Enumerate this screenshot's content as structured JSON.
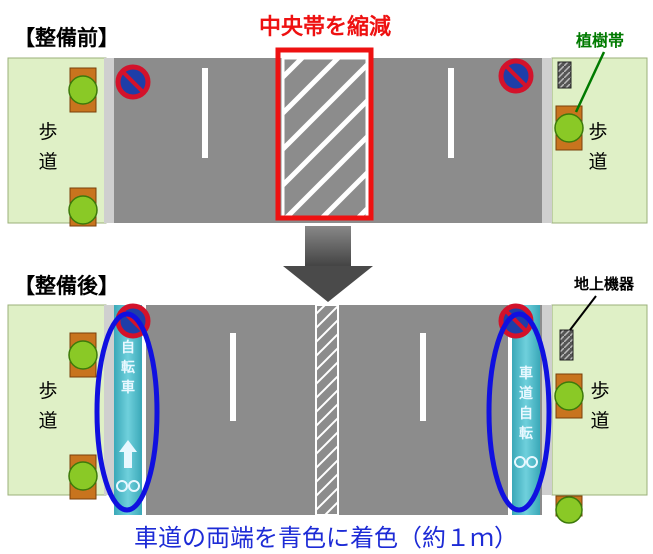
{
  "before": {
    "label": "【整備前】"
  },
  "after": {
    "label": "【整備後】"
  },
  "median_reduction_label": "中央帯を縮減",
  "planting_strip_label": "植樹帯",
  "ground_equipment_label": "地上機器",
  "sidewalk_chars": [
    "歩",
    "道"
  ],
  "bicycle_lane_left_text": [
    "自",
    "転",
    "車"
  ],
  "bicycle_lane_right_text": [
    "車",
    "道",
    "自",
    "転"
  ],
  "bottom_caption": "車道の両端を青色に着色（約１ｍ）",
  "colors": {
    "road": "#8c8c8c",
    "sidewalk": "#dff0c6",
    "tree": "#8ac926",
    "planter": "#c8741e",
    "highlight_red": "#ee1111",
    "ellipse_blue": "#1010e0",
    "bike_lane": "#49b7c2",
    "caption_blue": "#1d2bd6",
    "label_green": "#007a00"
  }
}
